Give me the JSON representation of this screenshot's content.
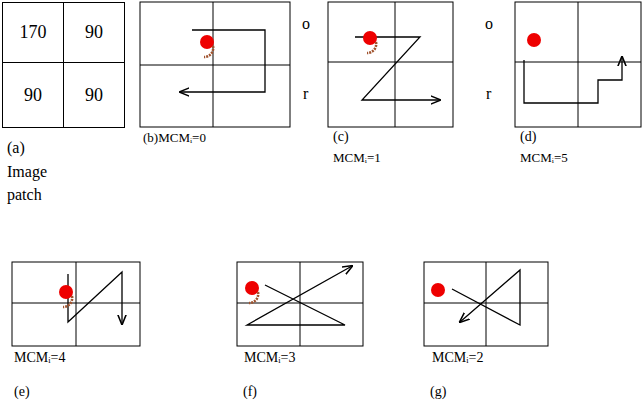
{
  "diagram": {
    "nodes": [
      {
        "text": [
          "170"
        ]
      },
      {
        "text": [
          "90"
        ]
      },
      {
        "text": [
          "90"
        ]
      },
      {
        "text": [
          "90"
        ]
      }
    ],
    "labels": [
      "(a)",
      "Image patch",
      "(b)MCMᵢ=0",
      "o",
      "r",
      "(c)",
      "MCMᵢ=1",
      "o",
      "r",
      "(d)",
      "MCMᵢ=5",
      "MCMᵢ=4",
      "MCMᵢ=3",
      "MCMᵢ=2",
      "(e)",
      "(f)",
      "(g)"
    ]
  }
}
